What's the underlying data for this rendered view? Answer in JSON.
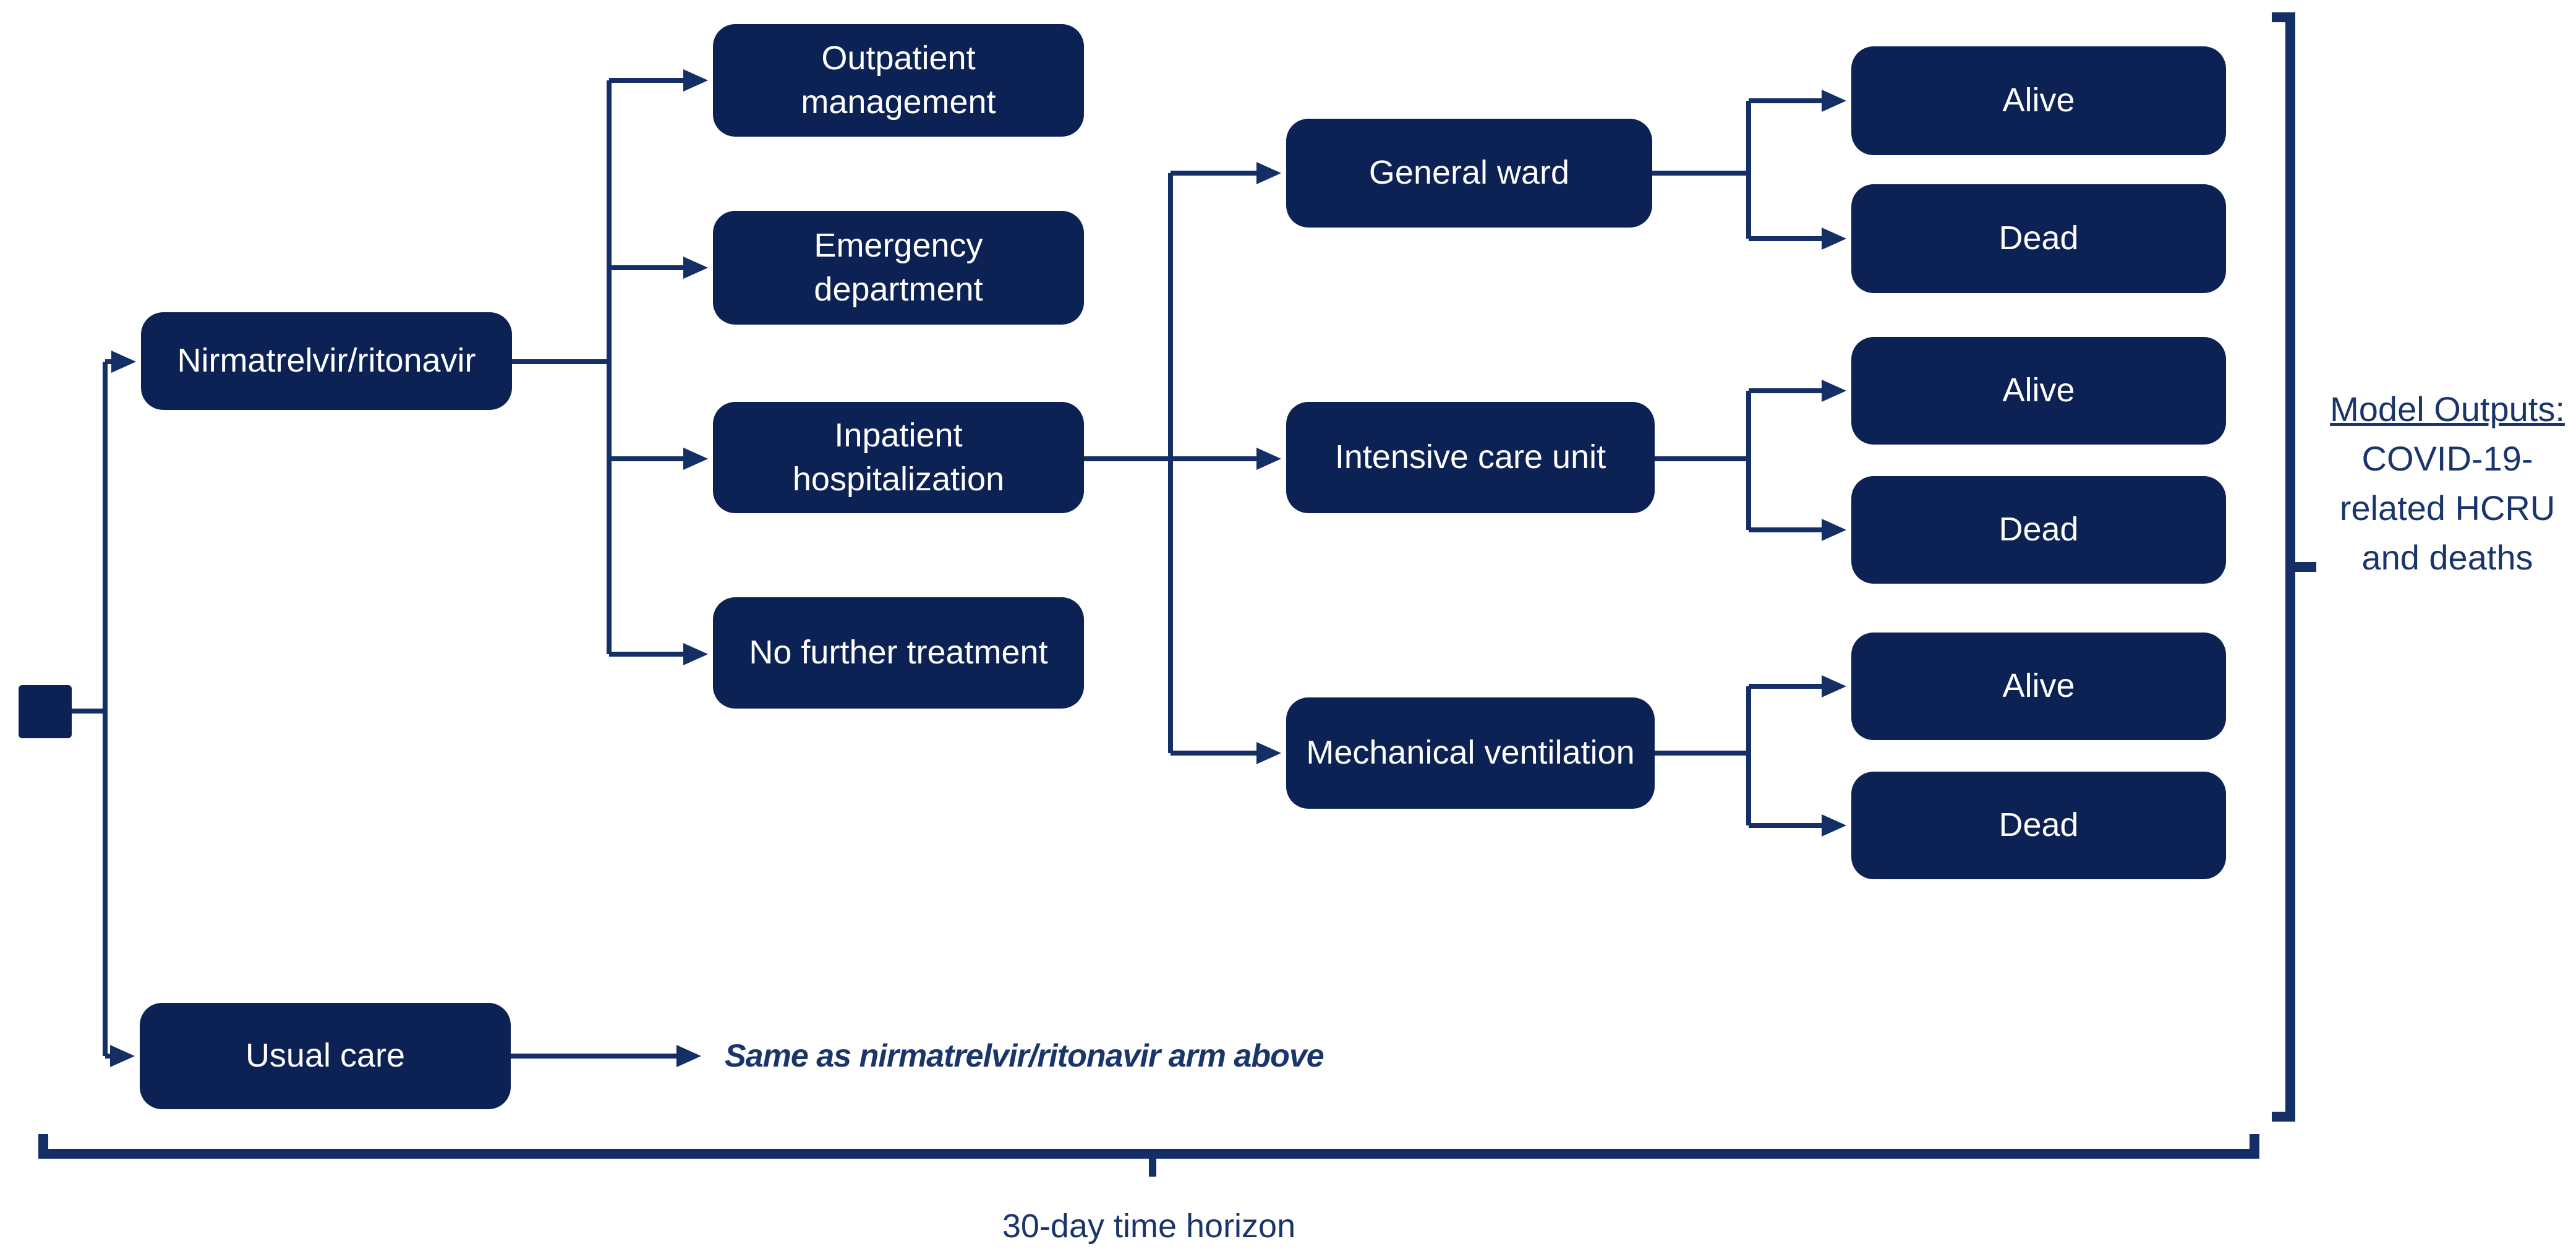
{
  "colors": {
    "box_fill": "#0d2254",
    "line": "#132f66",
    "text_light": "#ffffff",
    "text_dark": "#1a356b"
  },
  "nodes": {
    "arm_treatment": "Nirmatrelvir/ritonavir",
    "arm_usual_care": "Usual care",
    "outpatient": "Outpatient\nmanagement",
    "emergency": "Emergency\ndepartment",
    "inpatient": "Inpatient\nhospitalization",
    "no_further": "No further treatment",
    "general_ward": "General ward",
    "icu": "Intensive care unit",
    "mech_vent": "Mechanical ventilation",
    "gw_alive": "Alive",
    "gw_dead": "Dead",
    "icu_alive": "Alive",
    "icu_dead": "Dead",
    "mv_alive": "Alive",
    "mv_dead": "Dead"
  },
  "annotations": {
    "usual_care_note": "Same as nirmatrelvir/ritonavir arm above",
    "model_outputs_title": "Model Outputs:",
    "model_outputs_lines": [
      "COVID-19-",
      "related HCRU",
      "and deaths"
    ],
    "time_horizon": "30-day time horizon"
  }
}
